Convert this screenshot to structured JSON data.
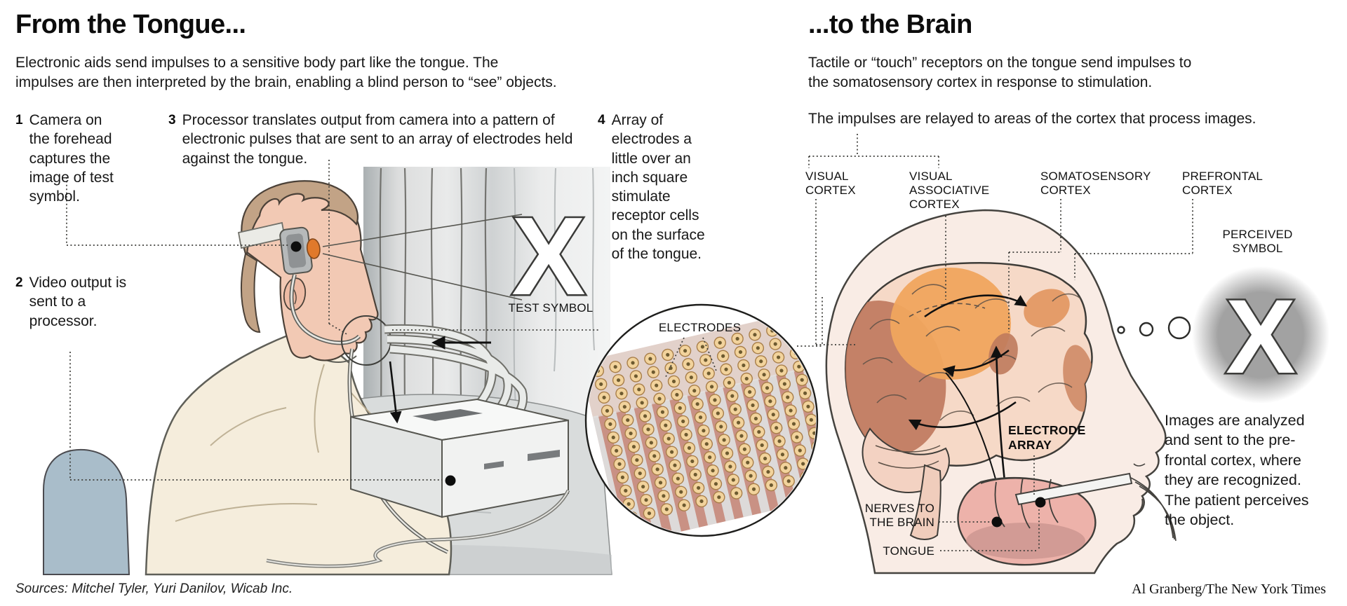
{
  "left": {
    "title": "From the Tongue...",
    "intro": "Electronic aids send impulses to a sensitive body part like the tongue. The impulses are then interpreted by the brain, enabling a blind person to “see” objects.",
    "steps": [
      {
        "num": "1",
        "text": "Camera on the forehead captures the image of test symbol."
      },
      {
        "num": "2",
        "text": "Video output is sent to a processor."
      },
      {
        "num": "3",
        "text": "Processor translates output from camera into a pattern of electronic pulses that are sent to an array of electrodes held against the tongue."
      },
      {
        "num": "4",
        "text": "Array of electrodes a little over an inch square stimulate receptor cells on the surface of the tongue."
      }
    ],
    "test_symbol": {
      "glyph": "X",
      "label": "TEST SYMBOL"
    },
    "electrodes_label": "ELECTRODES"
  },
  "right": {
    "title": "...to the Brain",
    "intro": "Tactile or “touch” receptors on the tongue send impulses to the somatosensory cortex in response to stimulation.",
    "relay_note": "The impulses are relayed to areas of the cortex that process images.",
    "cortex_labels": [
      "VISUAL CORTEX",
      "VISUAL ASSOCIATIVE CORTEX",
      "SOMATOSENSORY CORTEX",
      "PREFRONTAL CORTEX"
    ],
    "perceived": {
      "label": "PERCEIVED SYMBOL",
      "glyph": "X"
    },
    "electrode_array_label": "ELECTRODE ARRAY",
    "nerves_label": "NERVES TO THE BRAIN",
    "tongue_label": "TONGUE",
    "outcome": "Images are analyzed and sent to the pre-frontal cortex, where they are recognized. The patient perceives the object."
  },
  "footer": {
    "sources": "Sources: Mitchel Tyler, Yuri Danilov, Wicab Inc.",
    "credit": "Al Granberg/The New York Times"
  },
  "colors": {
    "camera_lens": "#e0792b",
    "visual_cortex_brown": "#bf7a5e",
    "associative_orange": "#f0a55e",
    "somatosensory_brown": "#bf7a5c",
    "prefrontal_orange": "#e2955e",
    "perceived_gray": "#a2a2a2",
    "electrode_gold": "#f2d39c",
    "tongue_pink": "#edb2aa",
    "chair_blue": "#a9bdca",
    "skin": "#f2c9b4"
  }
}
